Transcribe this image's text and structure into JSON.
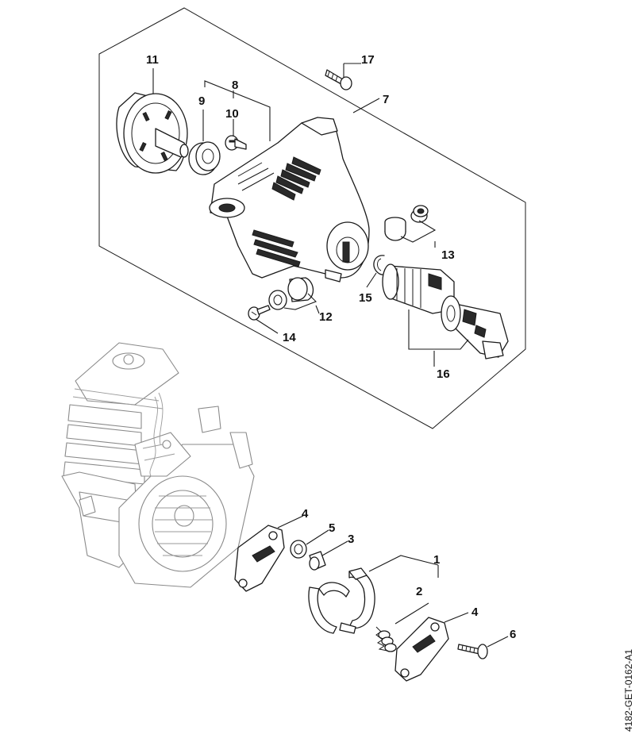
{
  "document_id": "4182-GET-0162-A1",
  "callouts": [
    {
      "label": "11",
      "part": "clutch-drum"
    },
    {
      "label": "17",
      "part": "screw"
    },
    {
      "label": "8",
      "part": "bearing-and-screw-group"
    },
    {
      "label": "9",
      "part": "ball-bearing"
    },
    {
      "label": "10",
      "part": "screw"
    },
    {
      "label": "7",
      "part": "fan-housing"
    },
    {
      "label": "13",
      "part": "sleeve-set"
    },
    {
      "label": "15",
      "part": "circlip"
    },
    {
      "label": "12",
      "part": "sleeve-set"
    },
    {
      "label": "14",
      "part": "screw"
    },
    {
      "label": "16",
      "part": "bearing-sleeve-set"
    },
    {
      "label": "4",
      "part": "washer-plate"
    },
    {
      "label": "5",
      "part": "washer"
    },
    {
      "label": "3",
      "part": "sleeve"
    },
    {
      "label": "1",
      "part": "clutch-shoe-assembly"
    },
    {
      "label": "2",
      "part": "spring"
    },
    {
      "label": "4",
      "part": "washer-plate"
    },
    {
      "label": "6",
      "part": "screw"
    }
  ]
}
